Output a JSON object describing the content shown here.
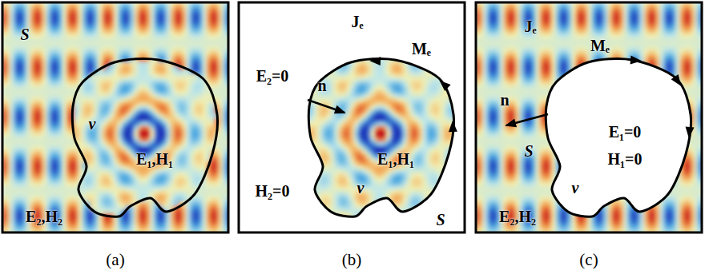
{
  "diagram": {
    "labels": [
      "S",
      "v",
      "E₁,H₁",
      "E₂,H₂",
      "Jₑ",
      "Mₑ",
      "E₂=0",
      "n",
      "E₁,H₁",
      "H₂=0",
      "v",
      "S",
      "Jₑ",
      "Mₑ",
      "n",
      "S",
      "E₁=0",
      "H₁=0",
      "v",
      "E₂,H₂",
      "(a)",
      "(b)",
      "(c)"
    ]
  }
}
